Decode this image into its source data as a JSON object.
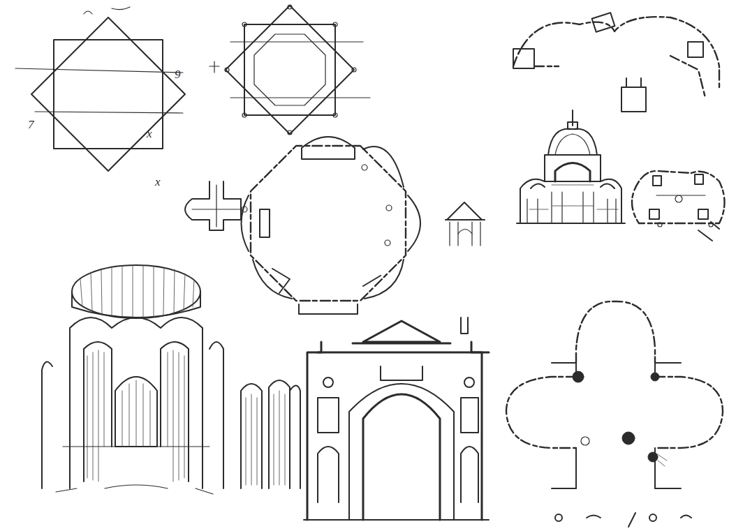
{
  "diagram": {
    "labels": [
      "9",
      "7",
      "x",
      "x"
    ]
  }
}
